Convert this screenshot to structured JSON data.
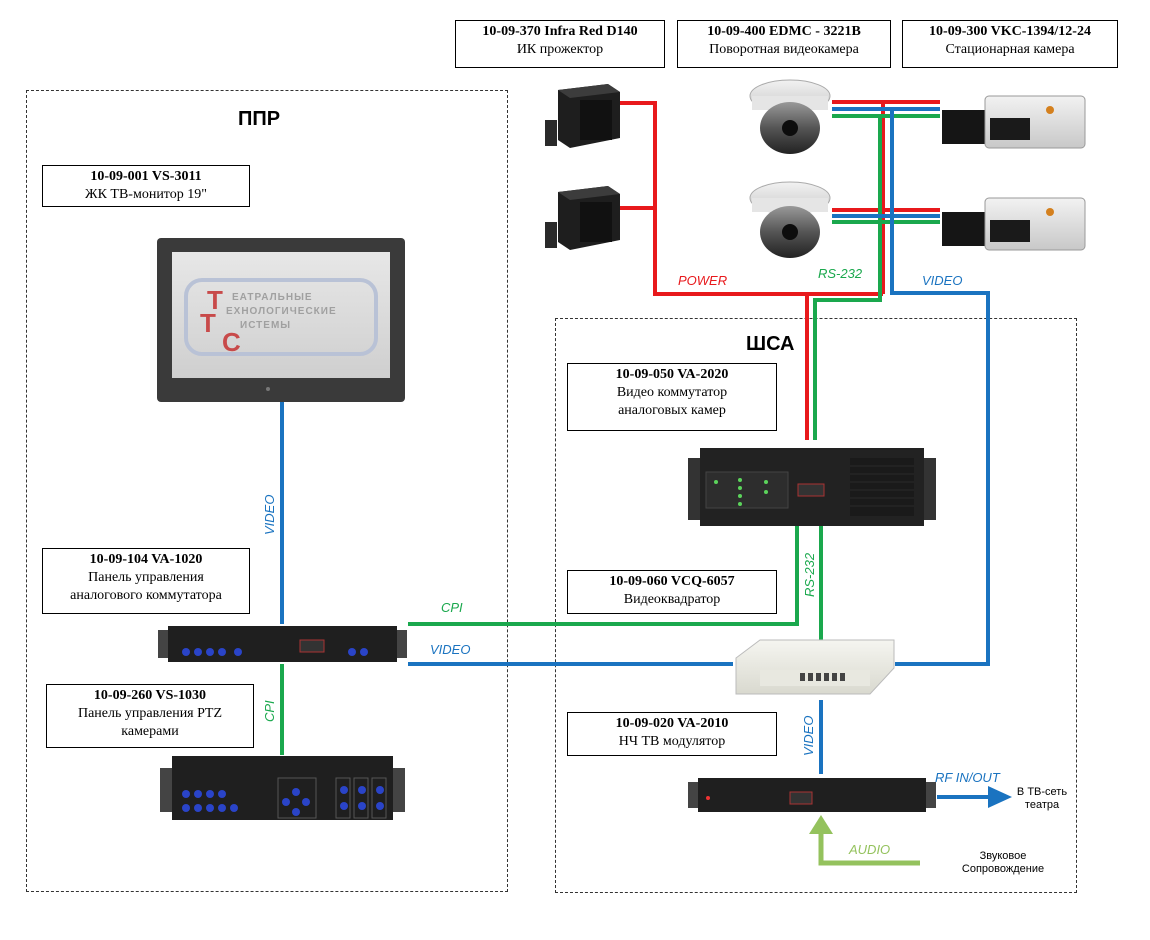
{
  "zones": {
    "ppr": {
      "title": "ППР"
    },
    "sha": {
      "title": "ШСА"
    }
  },
  "devices": {
    "ir": {
      "code": "10-09-370  Infra Red D140",
      "desc": "ИК прожектор"
    },
    "ptz_cam": {
      "code": "10-09-400  EDMC - 3221B",
      "desc": "Поворотная видеокамера"
    },
    "fixed_cam": {
      "code": "10-09-300  VKC-1394/12-24",
      "desc": "Стационарная камера"
    },
    "monitor": {
      "code": "10-09-001  VS-3011",
      "desc": "ЖК ТВ-монитор 19\""
    },
    "panel_switch": {
      "code": "10-09-104  VA-1020",
      "desc1": "Панель управления",
      "desc2": "аналогового коммутатора"
    },
    "panel_ptz": {
      "code": "10-09-260  VS-1030",
      "desc1": "Панель управления PTZ",
      "desc2": "камерами"
    },
    "switcher": {
      "code": "10-09-050 VA-2020",
      "desc1": "Видео коммутатор",
      "desc2": "аналоговых камер"
    },
    "quad": {
      "code": "10-09-060 VCQ-6057",
      "desc": "Видеоквадратор"
    },
    "modulator": {
      "code": "10-09-020  VA-2010",
      "desc": "НЧ ТВ модулятор"
    }
  },
  "logo": {
    "line1": "ЕАТРАЛЬНЫЕ",
    "line2": "ЕХНОЛОГИЧЕСКИЕ",
    "line3": "ИСТЕМЫ"
  },
  "signals": {
    "power": "POWER",
    "rs232_top": "RS-232",
    "video_top": "VIDEO",
    "video_monitor": "VIDEO",
    "cpi_top": "CPI",
    "video_mid": "VIDEO",
    "rs232_mid": "RS-232",
    "cpi_left": "CPI",
    "video_mod": "VIDEO",
    "rf": "RF IN/OUT",
    "audio": "AUDIO"
  },
  "notes": {
    "tv_net_1": "В ТВ-сеть",
    "tv_net_2": "театра",
    "sound_1": "Звуковое",
    "sound_2": "Сопровождение"
  },
  "colors": {
    "power": "#e8191c",
    "rs232": "#1aa84d",
    "video": "#1a73c0",
    "audio": "#94c25d"
  }
}
